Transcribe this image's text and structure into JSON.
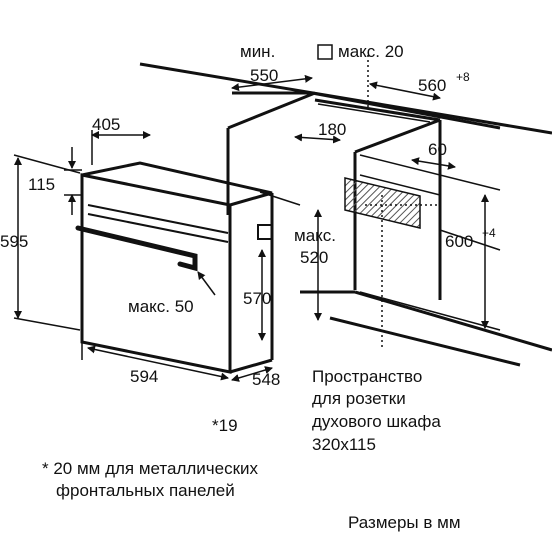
{
  "labels": {
    "min": "мин.",
    "max20": "макс. 20",
    "d550": "550",
    "d560": "560",
    "d560sup": "+8",
    "d405": "405",
    "d180": "180",
    "d60": "60",
    "d115": "115",
    "d595": "595",
    "max": "макс.",
    "d520": "520",
    "d600": "600",
    "d600sup": "+4",
    "max50": "макс. 50",
    "d570": "570",
    "d594": "594",
    "d548": "548",
    "star19": "*19"
  },
  "socket_note": [
    "Пространство",
    "для розетки",
    "духового шкафа",
    "320x115"
  ],
  "footnote": [
    "* 20 мм для металлических",
    "фронтальных панелей"
  ],
  "units_note": "Размеры в мм"
}
